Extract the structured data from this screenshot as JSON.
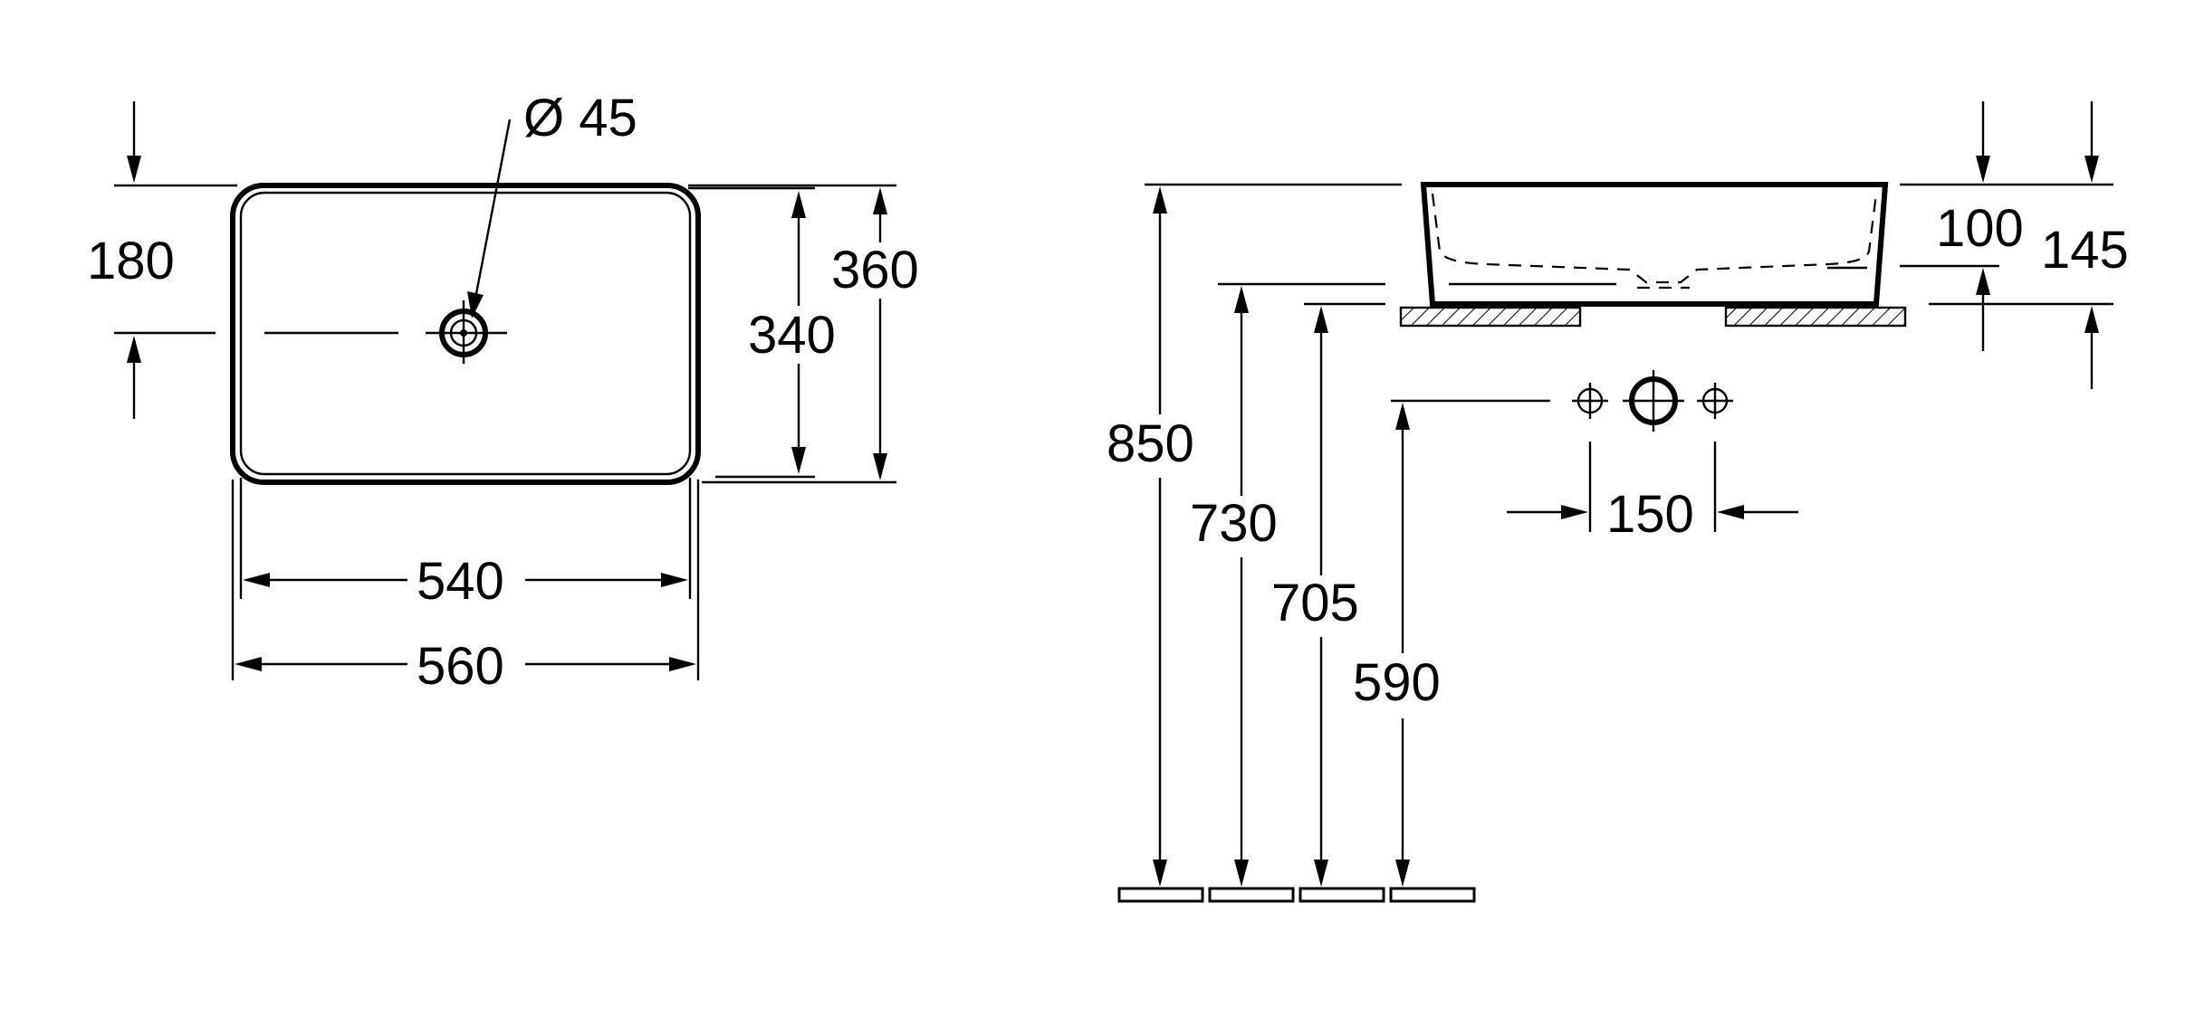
{
  "plan_view": {
    "drain_diameter": "Ø 45",
    "drain_offset": "180",
    "inner_depth": "340",
    "outer_depth": "360",
    "inner_width": "540",
    "outer_width": "560"
  },
  "side_view": {
    "bowl_height": "100",
    "total_height": "145",
    "top_height": "850",
    "counter_height": "730",
    "underside_height": "705",
    "waste_height": "590",
    "tap_spacing": "150"
  }
}
